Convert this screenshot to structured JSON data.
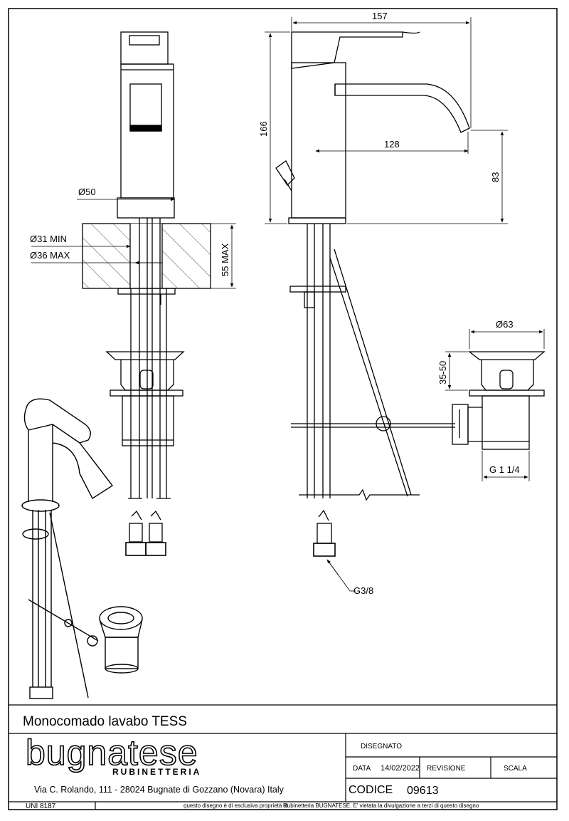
{
  "dimensions": {
    "total_length": "157",
    "total_height": "166",
    "reach": "128",
    "spout_height": "83",
    "body_diameter": "Ø50",
    "hole_min": "Ø31 MIN",
    "hole_max": "Ø36 MAX",
    "deck_thickness": "55 MAX",
    "waste_diameter": "Ø63",
    "waste_height": "35-50",
    "waste_thread": "G 1 1/4",
    "hose_thread": "G3/8"
  },
  "title_block": {
    "product_title": "Monocomado lavabo TESS",
    "brand": "bugnatese",
    "brand_sub": "RUBINETTERIA",
    "address": "Via C. Rolando, 111 - 28024 Bugnate di Gozzano (Novara) Italy",
    "drawn_label": "DISEGNATO",
    "date_label": "DATA",
    "date_value": "14/02/2022",
    "revision_label": "REVISIONE",
    "scale_label": "SCALA",
    "code_label": "CODICE",
    "code_value": "09613",
    "standard": "UNI 8187",
    "notice_left": "questo disegno è di esclusiva proprietà di",
    "notice_right": "Rubinetteria BUGNATESE. E' vietata la divulgazione a terzi di questo disegno"
  }
}
